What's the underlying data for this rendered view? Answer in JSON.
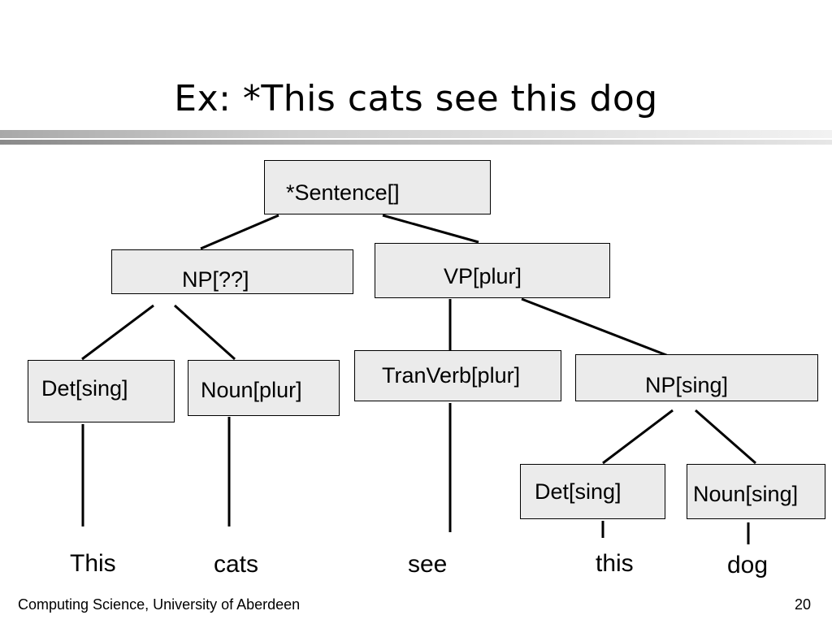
{
  "slide": {
    "title": "Ex: *This cats see this dog",
    "footer": "Computing Science, University of Aberdeen",
    "page_number": "20"
  },
  "tree": {
    "root": "*Sentence[]",
    "np_subject": "NP[??]",
    "vp": "VP[plur]",
    "det_subject": "Det[sing]",
    "noun_subject": "Noun[plur]",
    "tranverb": "TranVerb[plur]",
    "np_object": "NP[sing]",
    "det_object": "Det[sing]",
    "noun_object": "Noun[sing]"
  },
  "words": {
    "w1": "This",
    "w2": "cats",
    "w3": "see",
    "w4": "this",
    "w5": "dog"
  }
}
